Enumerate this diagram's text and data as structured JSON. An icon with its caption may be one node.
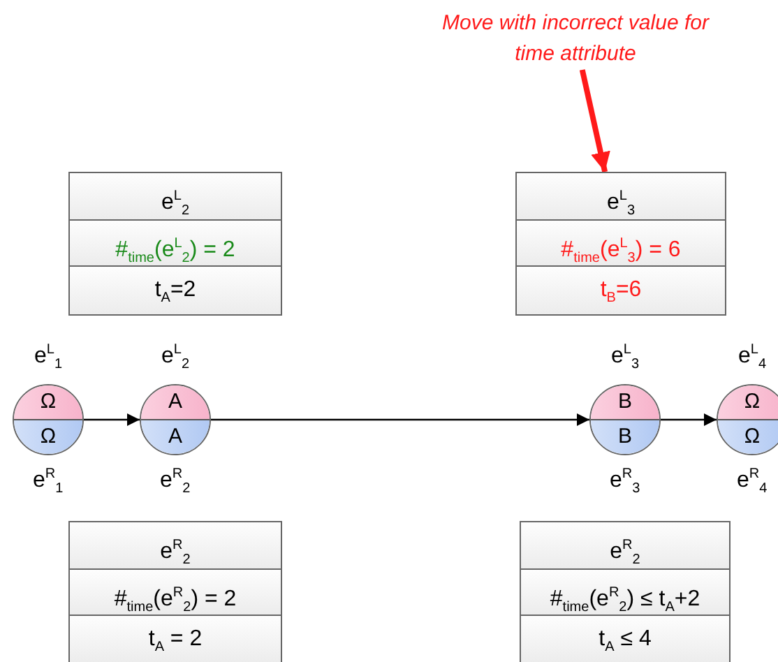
{
  "diagram": {
    "nodes": [
      {
        "text": [
          "Move with incorrect value for time attribute"
        ]
      },
      {
        "text": [
          "e$^{L}$$_{2}$",
          "#$_{time}$(e$^{L}$$_{2}$) = 2",
          "t$_{A}$=2"
        ]
      },
      {
        "text": [
          "e$^{L}$$_{3}$",
          "#$_{time}$(e$^{L}$$_{3}$) = 6",
          "t$_{B}$=6"
        ]
      },
      {
        "text": [
          "Ω",
          "Ω"
        ],
        "beside": [
          "e$^{L}$$_{1}$",
          "e$^{R}$$_{1}$"
        ]
      },
      {
        "text": [
          "A",
          "A"
        ],
        "beside": [
          "e$^{L}$$_{2}$",
          "e$^{R}$$_{2}$"
        ]
      },
      {
        "text": [
          "B",
          "B"
        ],
        "beside": [
          "e$^{L}$$_{3}$",
          "e$^{R}$$_{3}$"
        ]
      },
      {
        "text": [
          "Ω",
          "Ω"
        ],
        "beside": [
          "e$^{L}$$_{4}$",
          "e$^{R}$$_{4}$"
        ]
      },
      {
        "text": [
          "e$^{R}$$_{2}$",
          "#$_{time}$(e$^{R}$$_{2}$) = 2",
          "t$_{A}$ = 2"
        ]
      },
      {
        "text": [
          "e$^{R}$$_{2}$",
          "#$_{time}$(e$^{R}$$_{2}$) ≤ t$_{A}$+2",
          "t$_{A}$ ≤ 4"
        ]
      }
    ],
    "edges": [
      {
        "from": 0,
        "to": 2,
        "arrow": "to",
        "style": "thick",
        "color": "#ff1a1a"
      },
      {
        "from": 3,
        "to": 4,
        "arrow": "to"
      },
      {
        "from": 4,
        "to": 5,
        "arrow": "to"
      },
      {
        "from": 5,
        "to": 6,
        "arrow": "to"
      }
    ]
  }
}
